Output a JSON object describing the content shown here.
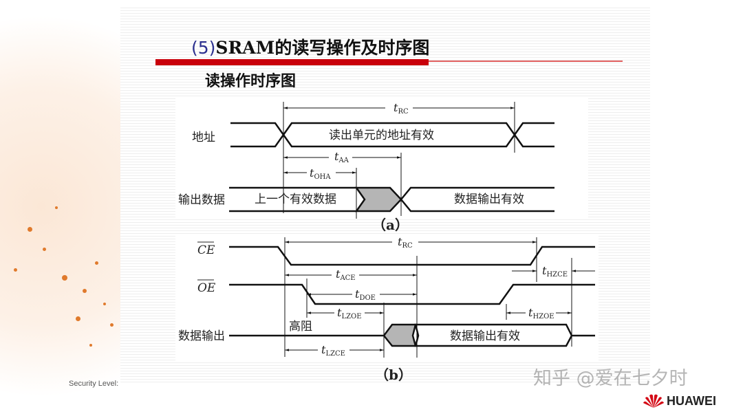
{
  "slide": {
    "title_number": "(5)",
    "title": "SRAM的读写操作及时序图",
    "subtitle": "读操作时序图",
    "security_label": "Security Level:",
    "watermark": "知乎 @爱在七夕时",
    "brand": "HUAWEI",
    "accent_color": "#c9000b"
  },
  "diagram_a": {
    "caption": "（a）",
    "signal_address": "地址",
    "signal_output": "输出数据",
    "address_valid": "读出单元的地址有效",
    "prev_data": "上一个有效数据",
    "data_valid": "数据输出有效",
    "t_rc": {
      "var": "t",
      "sub": "RC"
    },
    "t_aa": {
      "var": "t",
      "sub": "AA"
    },
    "t_oha": {
      "var": "t",
      "sub": "OHA"
    }
  },
  "diagram_b": {
    "caption": "（b）",
    "signal_ce": "CE",
    "signal_oe": "OE",
    "signal_data": "数据输出",
    "high_z": "高阻",
    "data_valid": "数据输出有效",
    "t_rc": {
      "var": "t",
      "sub": "RC"
    },
    "t_hzce": {
      "var": "t",
      "sub": "HZCE"
    },
    "t_ace": {
      "var": "t",
      "sub": "ACE"
    },
    "t_doe": {
      "var": "t",
      "sub": "DOE"
    },
    "t_lzoe": {
      "var": "t",
      "sub": "LZOE"
    },
    "t_hzoe": {
      "var": "t",
      "sub": "HZOE"
    },
    "t_lzce": {
      "var": "t",
      "sub": "LZCE"
    }
  }
}
